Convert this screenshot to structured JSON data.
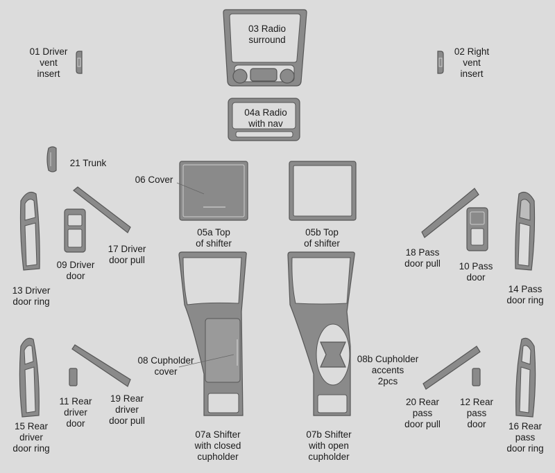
{
  "pieces": {
    "p01": "01 Driver\nvent\ninsert",
    "p02": "02 Right\nvent\ninsert",
    "p03": "03 Radio\nsurround",
    "p04a": "04a Radio\nwith nav",
    "p21": "21 Trunk",
    "p06": "06 Cover",
    "p05a": "05a Top\nof shifter",
    "p05b": "05b Top\nof shifter",
    "p17": "17 Driver\ndoor pull",
    "p09": "09 Driver\ndoor",
    "p13": "13 Driver\ndoor ring",
    "p18": "18 Pass\ndoor pull",
    "p10": "10 Pass\ndoor",
    "p14": "14 Pass\ndoor ring",
    "p08": "08 Cupholder\ncover",
    "p08b": "08b Cupholder\naccents\n2pcs",
    "p11": "11 Rear\ndriver\ndoor",
    "p19": "19 Rear\ndriver\ndoor pull",
    "p15": "15 Rear\ndriver\ndoor ring",
    "p07a": "07a Shifter\nwith closed\ncupholder",
    "p07b": "07b Shifter\nwith open\ncupholder",
    "p20": "20 Rear\npass\ndoor pull",
    "p12": "12 Rear\npass\ndoor",
    "p16": "16 Rear\npass\ndoor ring"
  }
}
